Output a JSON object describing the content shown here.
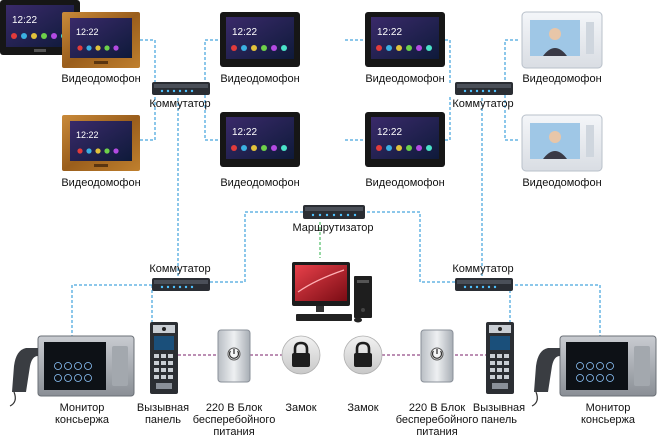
{
  "intercom_screen": {
    "time": "12:22"
  },
  "labels": {
    "videodomofon": "Видеодомофон",
    "kommutator": "Коммутатор",
    "marshrutizator": "Маршрутизатор",
    "monitor_konsierzha": "Монитор консьержа",
    "vyzyvnaya_panel": "Вызывная панель",
    "blok_pitaniya": "220 В Блок бесперебойного питания",
    "zamok": "Замок"
  },
  "colors": {
    "link_line": "#1a8fd6",
    "lock_link": "#7a1f6a",
    "router_link": "#2db24a",
    "wood_frame": "#a86a22",
    "dark_frame": "#1a1a1a",
    "white_frame": "#eaeef3"
  }
}
